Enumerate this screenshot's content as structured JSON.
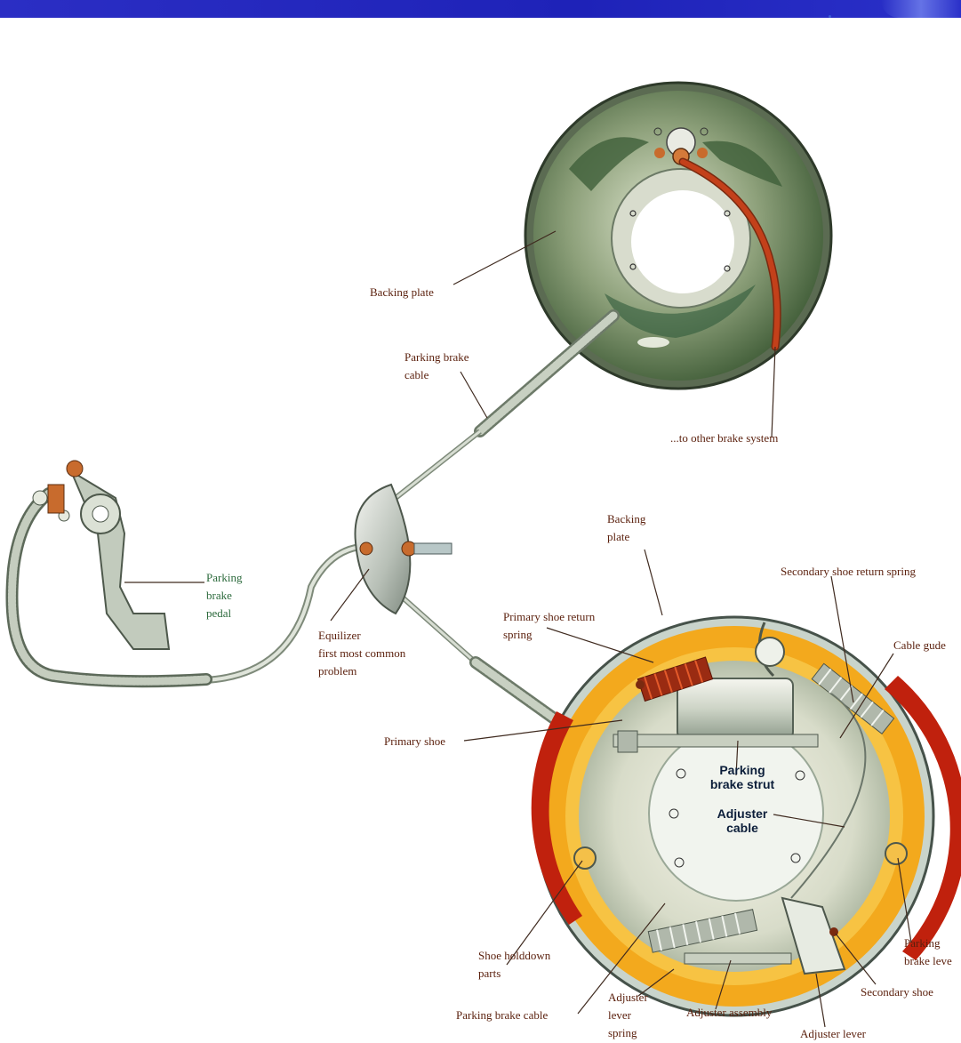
{
  "colors": {
    "header_bar": "#2226bd",
    "label_text": "#5a1f0c",
    "pedal_label": "#2c6a3c",
    "shoe_lining": "#c0210d",
    "shoe_web": "#f0b21e",
    "plate_green": "#4a6a3d",
    "cable_red": "#c3401a"
  },
  "labels": {
    "backing_plate_top": "Backing plate",
    "parking_brake_cable_top": "Parking brake\ncable",
    "to_other_brake": "...to other brake system",
    "parking_brake_pedal": "Parking\nbrake\npedal",
    "equalizer": "Equilizer\nfirst most common\nproblem",
    "backing_plate_bottom": "Backing\nplate",
    "secondary_shoe_return_spring": "Secondary shoe return spring",
    "primary_shoe_return_spring": "Primary shoe return\nspring",
    "cable_guide": "Cable gude",
    "primary_shoe": "Primary shoe",
    "parking_brake_strut": "Parking\nbrake strut",
    "adjuster_cable": "Adjuster\ncable",
    "shoe_holddown_parts": "Shoe holddown\nparts",
    "parking_brake_lever": "Parking\nbrake leve",
    "secondary_shoe": "Secondary shoe",
    "parking_brake_cable_bottom": "Parking brake cable",
    "adjuster_lever_spring": "Adjuster\nlever\nspring",
    "adjuster_assembly": "Adjuster assembly",
    "adjuster_lever": "Adjuster lever"
  }
}
